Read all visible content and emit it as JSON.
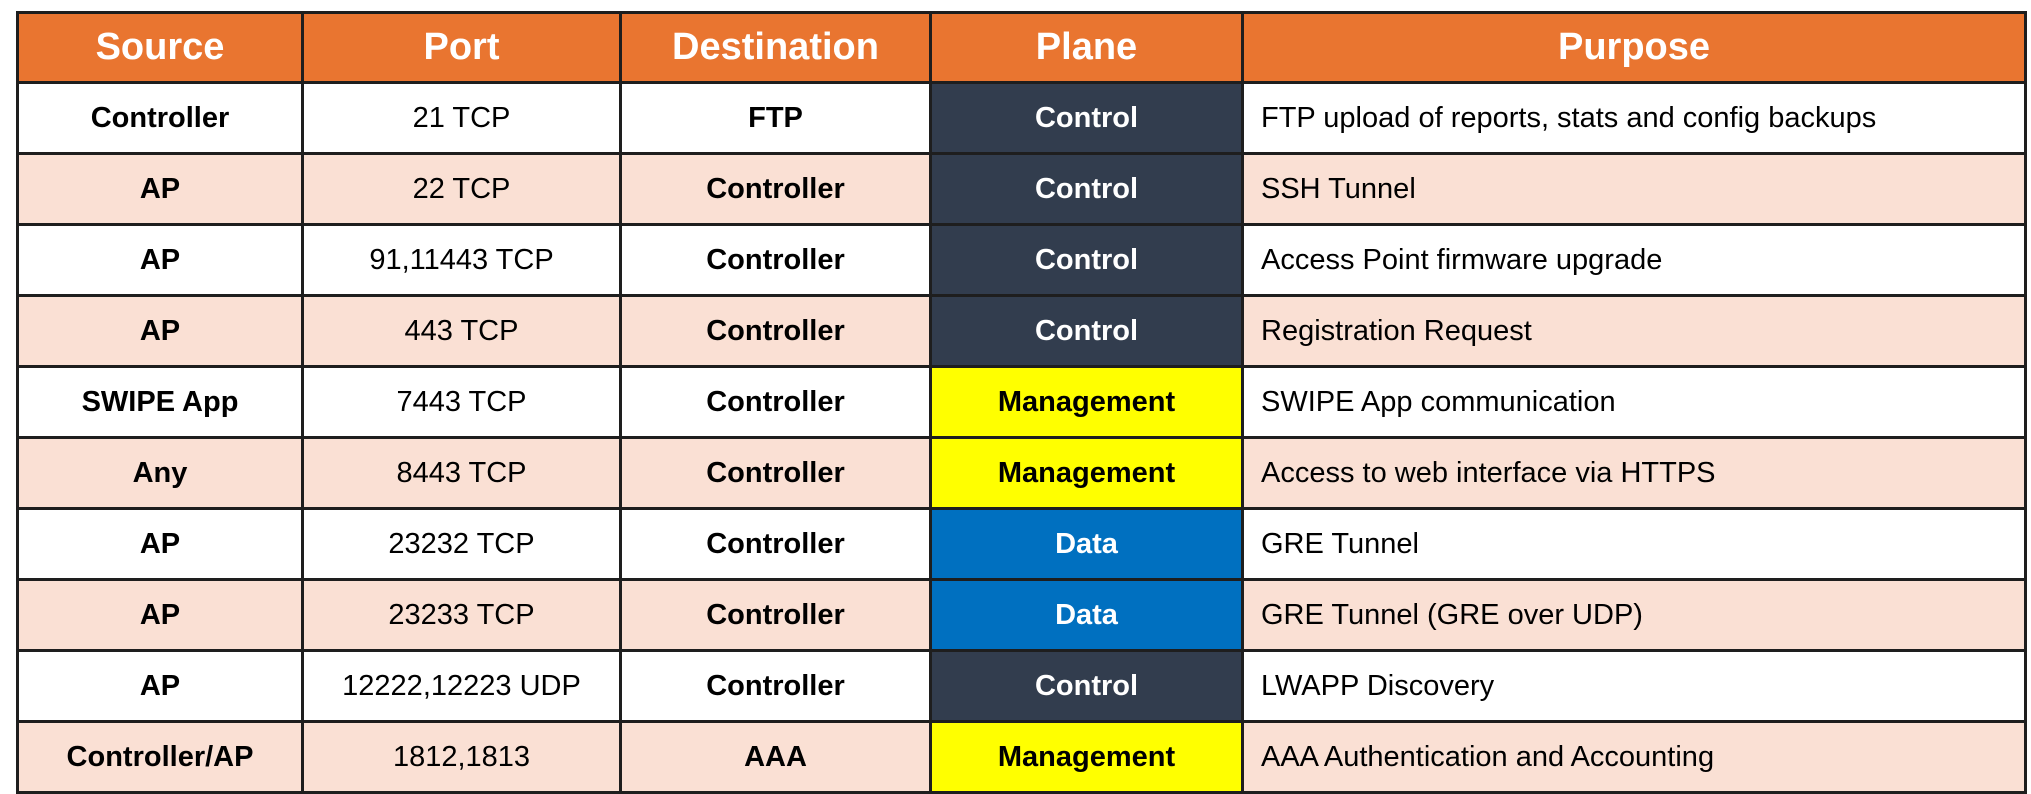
{
  "table": {
    "headers": {
      "source": "Source",
      "port": "Port",
      "destination": "Destination",
      "plane": "Plane",
      "purpose": "Purpose"
    },
    "rows": [
      {
        "source": "Controller",
        "port": "21 TCP",
        "destination": "FTP",
        "plane": "Control",
        "purpose": "FTP upload of reports, stats and config backups"
      },
      {
        "source": "AP",
        "port": "22 TCP",
        "destination": "Controller",
        "plane": "Control",
        "purpose": "SSH Tunnel"
      },
      {
        "source": "AP",
        "port": "91,11443 TCP",
        "destination": "Controller",
        "plane": "Control",
        "purpose": "Access Point firmware upgrade"
      },
      {
        "source": "AP",
        "port": "443 TCP",
        "destination": "Controller",
        "plane": "Control",
        "purpose": "Registration Request"
      },
      {
        "source": "SWIPE App",
        "port": "7443 TCP",
        "destination": "Controller",
        "plane": "Management",
        "purpose": "SWIPE App communication"
      },
      {
        "source": "Any",
        "port": "8443 TCP",
        "destination": "Controller",
        "plane": "Management",
        "purpose": "Access to web interface via HTTPS"
      },
      {
        "source": "AP",
        "port": "23232 TCP",
        "destination": "Controller",
        "plane": "Data",
        "purpose": "GRE Tunnel"
      },
      {
        "source": "AP",
        "port": "23233 TCP",
        "destination": "Controller",
        "plane": "Data",
        "purpose": "GRE Tunnel (GRE over UDP)"
      },
      {
        "source": "AP",
        "port": "12222,12223 UDP",
        "destination": "Controller",
        "plane": "Control",
        "purpose": "LWAPP Discovery"
      },
      {
        "source": "Controller/AP",
        "port": "1812,1813",
        "destination": "AAA",
        "plane": "Management",
        "purpose": "AAA Authentication and Accounting"
      }
    ]
  },
  "colors": {
    "header_bg": "#e97530",
    "header_text": "#ffffff",
    "row_alt_bg": "#fae0d4",
    "plane_control": "#323d4e",
    "plane_management": "#ffff00",
    "plane_data": "#0070c0"
  }
}
